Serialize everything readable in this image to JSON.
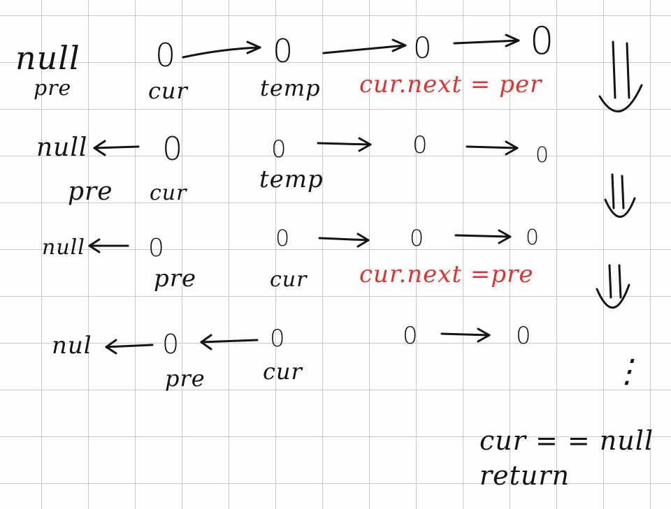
{
  "rows": [
    {
      "null_text": "null",
      "pre_label": "pre",
      "node_glyph": "0",
      "labels": {
        "cur": "cur",
        "temp": "temp"
      },
      "note": "cur.next = per"
    },
    {
      "null_text": "null",
      "pre_label": "pre",
      "node_glyph": "0",
      "labels": {
        "cur": "cur",
        "temp": "temp"
      }
    },
    {
      "null_text": "null",
      "node_glyph": "0",
      "labels": {
        "pre": "pre",
        "cur": "cur"
      },
      "note": "cur.next =pre"
    },
    {
      "null_text": "nul",
      "node_glyph": "0",
      "labels": {
        "pre": "pre",
        "cur": "cur"
      }
    }
  ],
  "side": {
    "ellipsis": "⋮",
    "condition": "cur = = null",
    "result": "return"
  },
  "colors": {
    "ink": "#141414",
    "accent": "#e0322e",
    "grid": "#c9c9c9"
  }
}
